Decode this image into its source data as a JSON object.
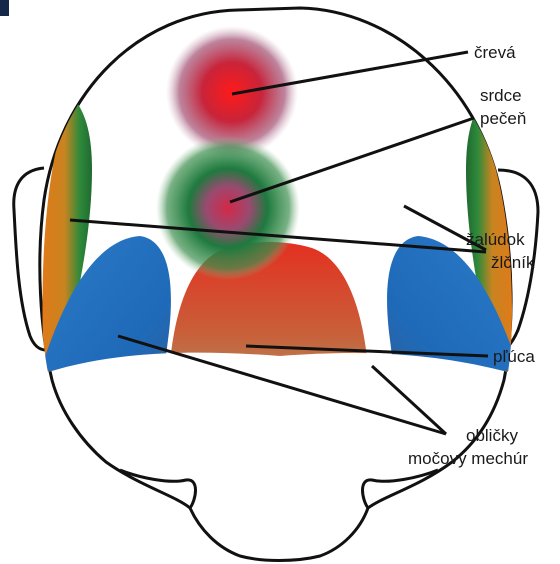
{
  "labels": {
    "creva": "črevá",
    "srdce": "srdce",
    "pecen": "pečeň",
    "zaludok": "žalúdok",
    "zlcnik": "žlčník",
    "pluca": "pľúca",
    "oblicky": "obličky",
    "mocovy_mechur": "močový mechúr"
  },
  "colors": {
    "red": "#e8222a",
    "green": "#1f7a3a",
    "blue": "#1f6fc0",
    "orange": "#e0861a",
    "outline": "#111111",
    "line": "#111111"
  }
}
